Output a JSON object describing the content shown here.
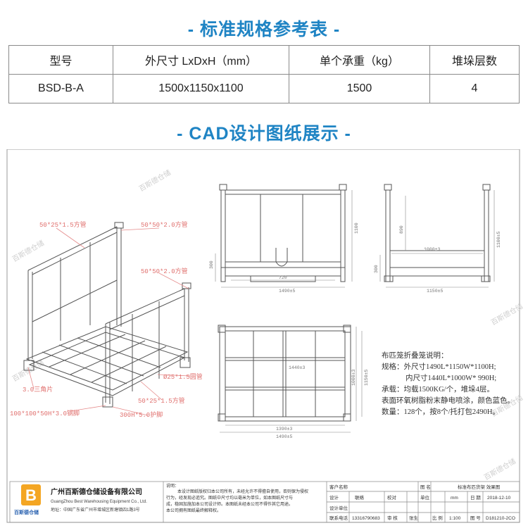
{
  "titles": {
    "spec": "- 标准规格参考表 -",
    "cad": "- CAD设计图纸展示 -"
  },
  "spec_table": {
    "headers": [
      "型号",
      "外尺寸 LxDxH（mm）",
      "单个承重（kg）",
      "堆垛层数"
    ],
    "row": [
      "BSD-B-A",
      "1500x1150x1100",
      "1500",
      "4"
    ]
  },
  "drawing": {
    "callouts": {
      "top_left": "50*25*1.5方管",
      "top_right": "50*50*2.0方管",
      "mid_right": "50*50*2.0方管",
      "round_tube": "Ø25*1.5圆管",
      "bottom_square": "50*25*1.5方管",
      "angle": "3.0三角片",
      "foot": "100*100*50H*3.0钢脚",
      "guard": "300H*5.0护脚"
    },
    "dims": {
      "front_height": "1100",
      "front_low": "300",
      "front_inner": "720",
      "front_width": "1490±5",
      "side_height": "1100±5",
      "side_inner_h": "890",
      "side_inner_w": "1000±3",
      "side_low": "300",
      "side_width": "1150±5",
      "plan_inner": "1440±3",
      "plan_outer_h": "1150±5",
      "plan_inner_h": "1000±3",
      "plan_inner_w": "1390±3",
      "plan_outer_w": "1490±5"
    },
    "notes": [
      "布匹笼折叠笼说明：",
      "规格：外尺寸1490L*1150W*1100H;",
      "内尺寸1440L*1000W* 990H;",
      "承载：均载1500KG/个，堆垛4层。",
      "表面环氧树脂粉末静电喷涂，颜色蓝色。",
      "数量：128个，按8个/托打包2490H。"
    ],
    "watermark": "百斯德仓储",
    "title_block": {
      "company_cn": "广州百斯德仓储设备有限公司",
      "company_en": "GuangZhou Best Warehousing Equipment Co., Ltd.",
      "address": "地址：中国广东省广州市增城区新塘镇四1路3号",
      "logo_text": "百斯德仓储",
      "notes_label": "说明：",
      "notes_lines": [
        "本设计图纸版权归本公司所有，未经允许不得擅自使用，否则保为侵权",
        "行为，经发现必追究。图纸中尺寸均以毫米为单位，如本图纸尺寸与",
        "成，稳固加施加本公司设计师。本图纸未经本公司不得作其它用途。",
        "本公司拥有图纸最终解释权。"
      ],
      "customer_label": "客户名称",
      "drawing_name_label": "图 名",
      "drawing_name": "标准布匹货架 效果图",
      "design_label": "设计",
      "design_value": "联络",
      "proof_label": "校对",
      "designer_label": "设计单位",
      "phone_label": "联系电话",
      "phone": "13316790683",
      "review_label": "审 核",
      "review_value": "张生",
      "unit_label": "单位",
      "unit": "mm",
      "date_label": "日 期",
      "date": "2018-12-10",
      "scale_label": "比 例",
      "scale": "1:100",
      "drawing_no_label": "图 号",
      "drawing_no": "D181210-2CO"
    }
  }
}
